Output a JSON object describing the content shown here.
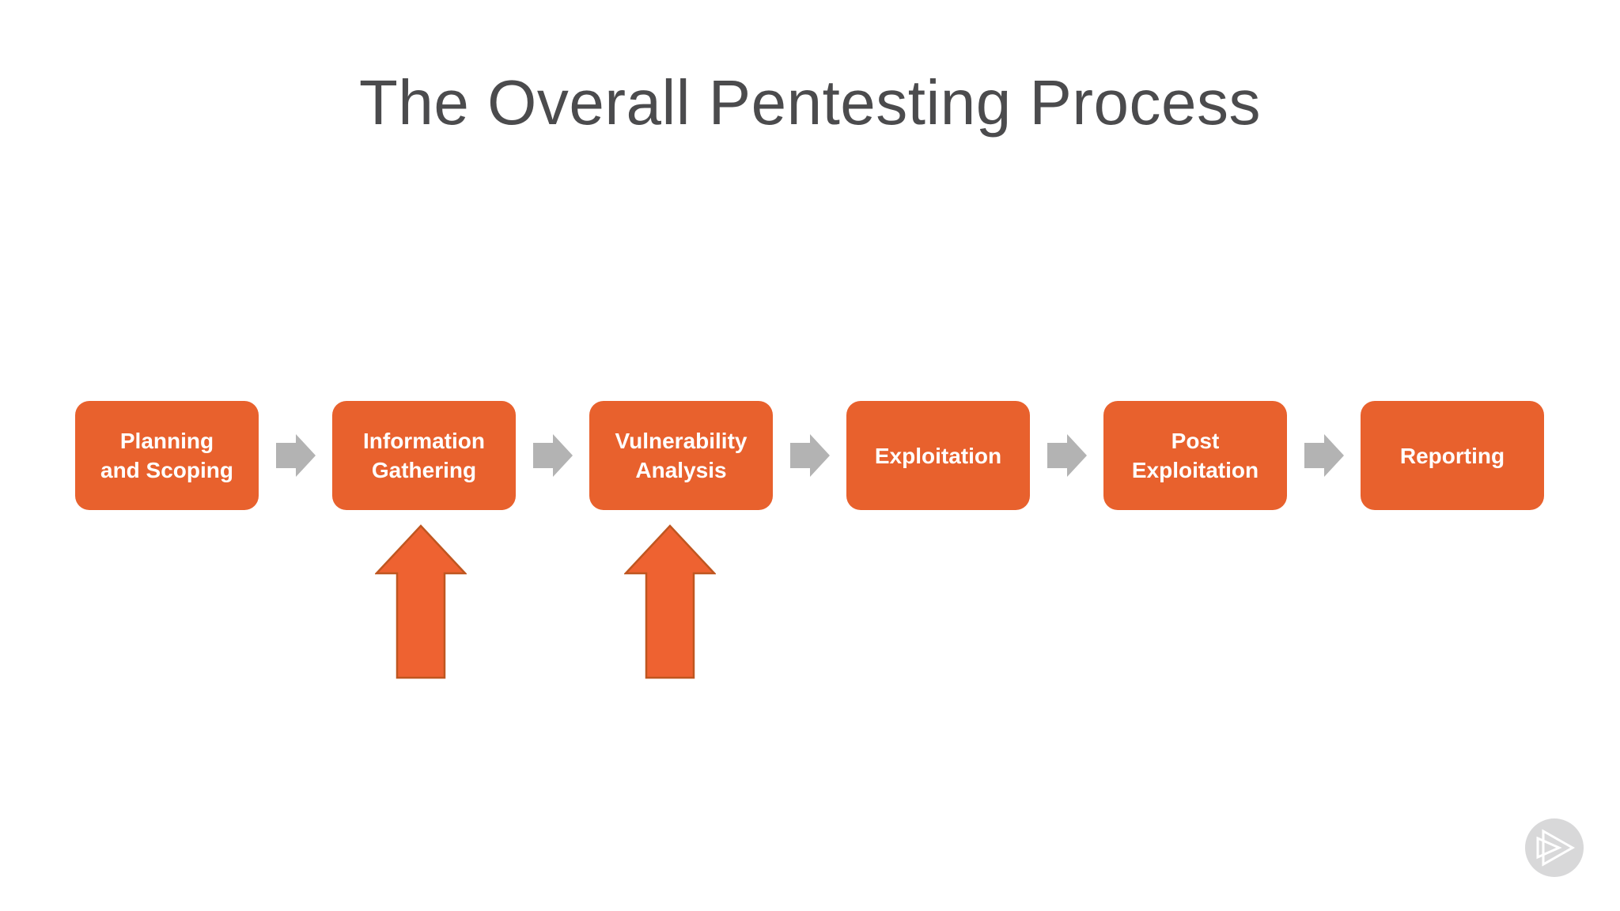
{
  "slide": {
    "title": "The Overall Pentesting Process",
    "title_color": "#4b4b4d",
    "background_color": "#ffffff"
  },
  "process": {
    "box_fill": "#e8612d",
    "box_text_color": "#ffffff",
    "connector_fill": "#b3b3b3",
    "steps": [
      {
        "label": "Planning\nand Scoping"
      },
      {
        "label": "Information\nGathering"
      },
      {
        "label": "Vulnerability\nAnalysis"
      },
      {
        "label": "Exploitation"
      },
      {
        "label": "Post\nExploitation"
      },
      {
        "label": "Reporting"
      }
    ]
  },
  "highlight_arrows": {
    "fill": "#ee6231",
    "stroke": "#bf5620",
    "targets": [
      "Information Gathering",
      "Vulnerability Analysis"
    ]
  },
  "branding": {
    "logo": "pluralsight",
    "circle_color": "#d8d8d9",
    "glyph_color": "#ffffff"
  }
}
